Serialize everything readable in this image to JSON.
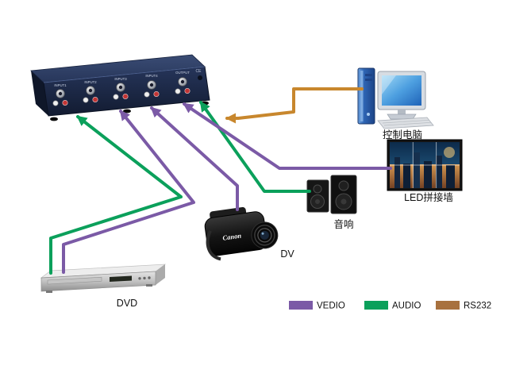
{
  "legend": [
    {
      "label": "VEDIO",
      "color": "#7B5AA6"
    },
    {
      "label": "AUDIO",
      "color": "#0BA05B"
    },
    {
      "label": "RS232",
      "color": "#A8713E"
    }
  ],
  "cables": {
    "video_color": "#7B5AA6",
    "audio_color": "#0BA05B",
    "rs232_color": "#C8872D"
  },
  "devices": {
    "switcher": {
      "ports": [
        "INPUT1",
        "INPUT2",
        "INPUT3",
        "INPUT4",
        "OUTPUT"
      ],
      "marking": "CE"
    },
    "computer": {
      "label": "控制电脑"
    },
    "led_wall": {
      "label": "LED拼接墙"
    },
    "speakers": {
      "label": "音响"
    },
    "dv": {
      "label": "DV",
      "brand": "Canon"
    },
    "dvd": {
      "label": "DVD"
    }
  },
  "connections": [
    {
      "from": "dvd",
      "to": "switcher",
      "type": "audio"
    },
    {
      "from": "dvd",
      "to": "switcher",
      "type": "video"
    },
    {
      "from": "dv",
      "to": "switcher",
      "type": "video"
    },
    {
      "from": "switcher",
      "to": "speakers",
      "type": "audio"
    },
    {
      "from": "switcher",
      "to": "led_wall",
      "type": "video"
    },
    {
      "from": "computer",
      "to": "switcher",
      "type": "rs232"
    }
  ]
}
